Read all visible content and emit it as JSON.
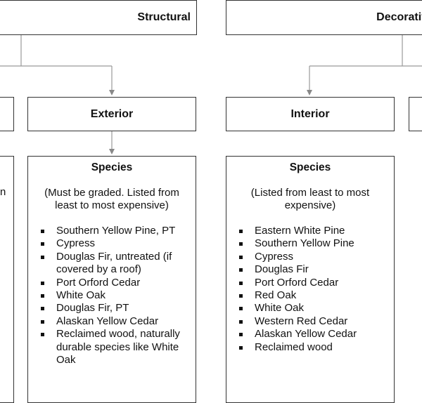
{
  "top": {
    "left_label": "Structural",
    "right_label": "Decorative"
  },
  "sub": {
    "exterior_label": "Exterior",
    "interior_label": "Interior"
  },
  "exterior_species": {
    "title": "Species",
    "note": "(Must be graded.  Listed from least to most expensive)",
    "items": [
      "Southern Yellow Pine, PT",
      "Cypress",
      "Douglas Fir, untreated (if covered by a roof)",
      "Port Orford Cedar",
      "White Oak",
      "Douglas Fir, PT",
      "Alaskan Yellow Cedar",
      "Reclaimed wood, naturally durable species like White Oak"
    ]
  },
  "interior_species": {
    "title": "Species",
    "note": "(Listed from least to most expensive)",
    "items": [
      "Eastern White Pine",
      "Southern Yellow Pine",
      "Cypress",
      "Douglas Fir",
      "Port Orford Cedar",
      "Red Oak",
      "White Oak",
      "Western Red Cedar",
      "Alaskan Yellow Cedar",
      "Reclaimed wood"
    ]
  },
  "left_partial": {
    "fragment": "n"
  }
}
